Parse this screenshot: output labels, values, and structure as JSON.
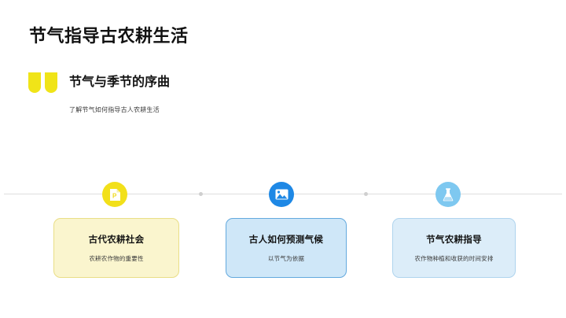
{
  "slide": {
    "title": "节气指导古农耕生活",
    "quote": {
      "icon": "quote-mark-icon",
      "heading": "节气与季节的序曲",
      "subtitle": "了解节气如何指导古人农耕生活",
      "accent_color": "#F0E418"
    },
    "timeline": {
      "line_color": "#dedede",
      "dot_color": "#cfcfcf",
      "nodes": [
        {
          "icon": "document-p-icon",
          "icon_bg": "#F2E01A",
          "card_title": "古代农耕社会",
          "card_desc": "农耕农作物的重要性",
          "card_bg": "#FAF5CE",
          "card_border": "#E9DE86"
        },
        {
          "icon": "image-picture-icon",
          "icon_bg": "#1E88E5",
          "card_title": "古人如何预测气候",
          "card_desc": "以节气为依据",
          "card_bg": "#CFE7F8",
          "card_border": "#63A9DE"
        },
        {
          "icon": "flask-beaker-icon",
          "icon_bg": "#7EC8F0",
          "card_title": "节气农耕指导",
          "card_desc": "农作物种植和收获的时间安排",
          "card_bg": "#DCEDF9",
          "card_border": "#AFD4EE"
        }
      ]
    }
  }
}
